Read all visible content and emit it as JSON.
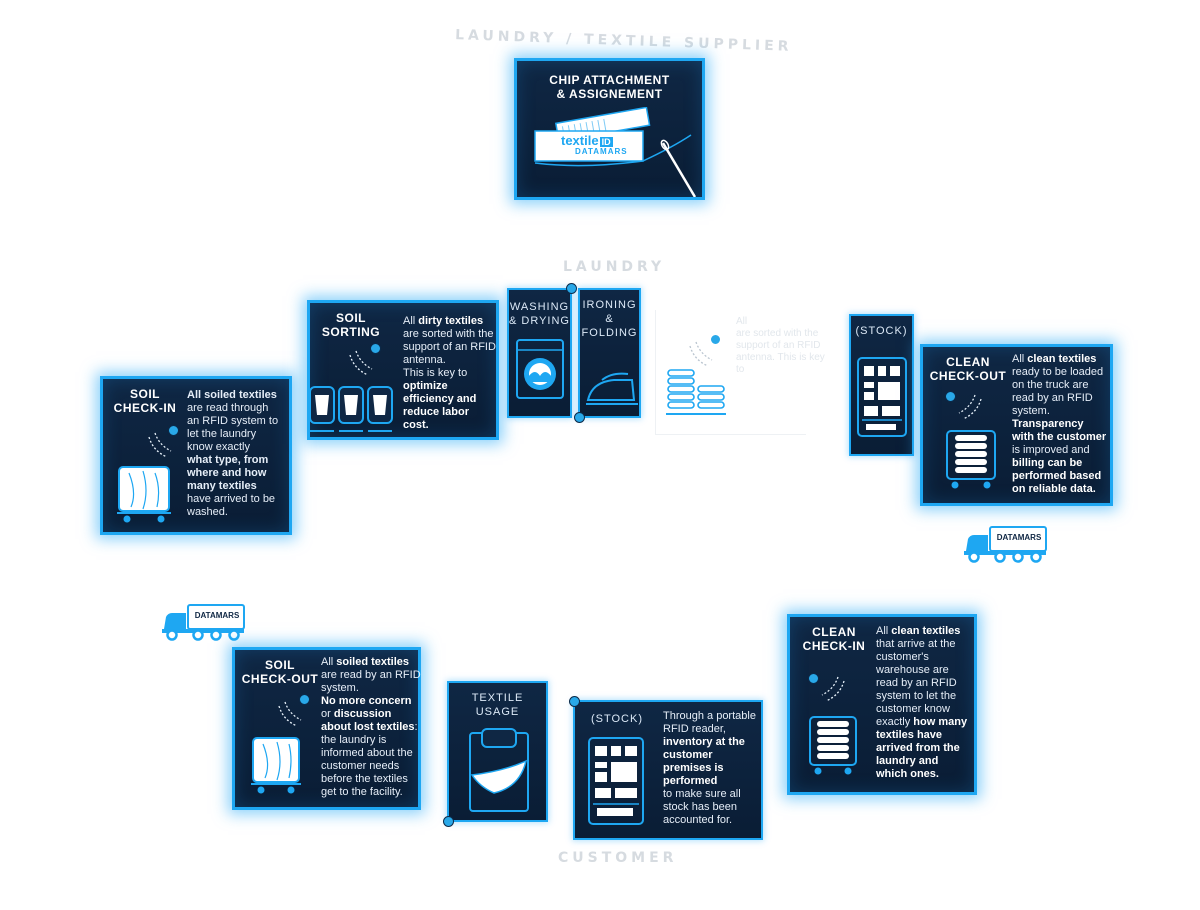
{
  "sections": {
    "supplier": "LAUNDRY / TEXTILE SUPPLIER",
    "laundry": "LAUNDRY",
    "customer": "CUSTOMER"
  },
  "chip": {
    "title_line1": "CHIP ATTACHMENT",
    "title_line2": "& ASSIGNEMENT",
    "tag_brand": "textile",
    "tag_id": "ID",
    "tag_company": "DATAMARS"
  },
  "soil_checkin": {
    "title_line1": "SOIL",
    "title_line2": "CHECK-IN",
    "desc": [
      {
        "t": "All soiled textiles",
        "b": true
      },
      {
        "t": "are read through",
        "b": false
      },
      {
        "t": "an RFID system to",
        "b": false
      },
      {
        "t": "let the laundry",
        "b": false
      },
      {
        "t": "know exactly",
        "b": false
      },
      {
        "t": "what type, from",
        "b": true
      },
      {
        "t": "where and how",
        "b": true
      },
      {
        "t": "many textiles",
        "b": true
      },
      {
        "t": "have arrived to be",
        "b": false
      },
      {
        "t": "washed.",
        "b": false
      }
    ]
  },
  "soil_sorting": {
    "title_line1": "SOIL",
    "title_line2": "SORTING",
    "desc_l1_a": "All ",
    "desc_l1_b": "dirty textiles",
    "desc_l2": "are sorted with the",
    "desc_l3": "support of an RFID",
    "desc_l4": "antenna.",
    "desc_l5": "This is key to",
    "desc_l6": "optimize",
    "desc_l7": "efficiency and",
    "desc_l8": "reduce labor",
    "desc_l9": "cost."
  },
  "washing": {
    "line1": "WASHING",
    "line2": "& DRYING"
  },
  "ironing": {
    "line1": "IRONING",
    "line2": "&",
    "line3": "FOLDING"
  },
  "faded_panel": {
    "line1": "All",
    "line2": "are sorted with the",
    "line3": "support of an RFID",
    "line4": "antenna. This is key",
    "line5": "to"
  },
  "stock_top": {
    "label": "(STOCK)"
  },
  "clean_checkout": {
    "title_line1": "CLEAN",
    "title_line2": "CHECK-OUT",
    "l1_a": "All ",
    "l1_b": "clean textiles",
    "l2": "ready to be loaded",
    "l3": "on the truck are",
    "l4": "read by an RFID",
    "l5": "system.",
    "l6": "Transparency",
    "l7": "with the customer",
    "l8": "is improved and",
    "l9": "billing can be",
    "l10": "performed based",
    "l11": "on reliable data."
  },
  "truck_right": {
    "label": "DATAMARS"
  },
  "truck_left": {
    "label": "DATAMARS"
  },
  "soil_checkout": {
    "title_line1": "SOIL",
    "title_line2": "CHECK-OUT",
    "l1_a": "All ",
    "l1_b": "soiled textiles",
    "l2": "are read by an RFID",
    "l3": "system.",
    "l4": "No more concern",
    "l5_a": "or ",
    "l5_b": "discussion",
    "l6": "about lost textiles",
    "l6_tail": ":",
    "l7": "the laundry is",
    "l8": "informed about the",
    "l9": "customer needs",
    "l10": "before the textiles",
    "l11": "get to the facility."
  },
  "textile_usage": {
    "line1": "TEXTILE",
    "line2": "USAGE"
  },
  "stock_bottom": {
    "label": "(STOCK)",
    "l1": "Through a portable",
    "l2": "RFID reader,",
    "l3": "inventory at the",
    "l4": "customer",
    "l5": "premises is",
    "l6": "performed",
    "l7": "to make sure all",
    "l8": "stock has been",
    "l9": "accounted for."
  },
  "clean_checkin": {
    "title_line1": "CLEAN",
    "title_line2": "CHECK-IN",
    "l1_a": "All ",
    "l1_b": "clean textiles",
    "l2": "that arrive at the",
    "l3": "customer's",
    "l4": "warehouse are",
    "l5": "read by an RFID",
    "l6": "system to let the",
    "l7": "customer know",
    "l8_a": "exactly ",
    "l8_b": "how many",
    "l9": "textiles have",
    "l10": "arrived from the",
    "l11": "laundry and",
    "l12": "which ones."
  },
  "colors": {
    "accent": "#1ea7f2",
    "panel": "#0f2744",
    "section_label": "#d6dbe0"
  }
}
